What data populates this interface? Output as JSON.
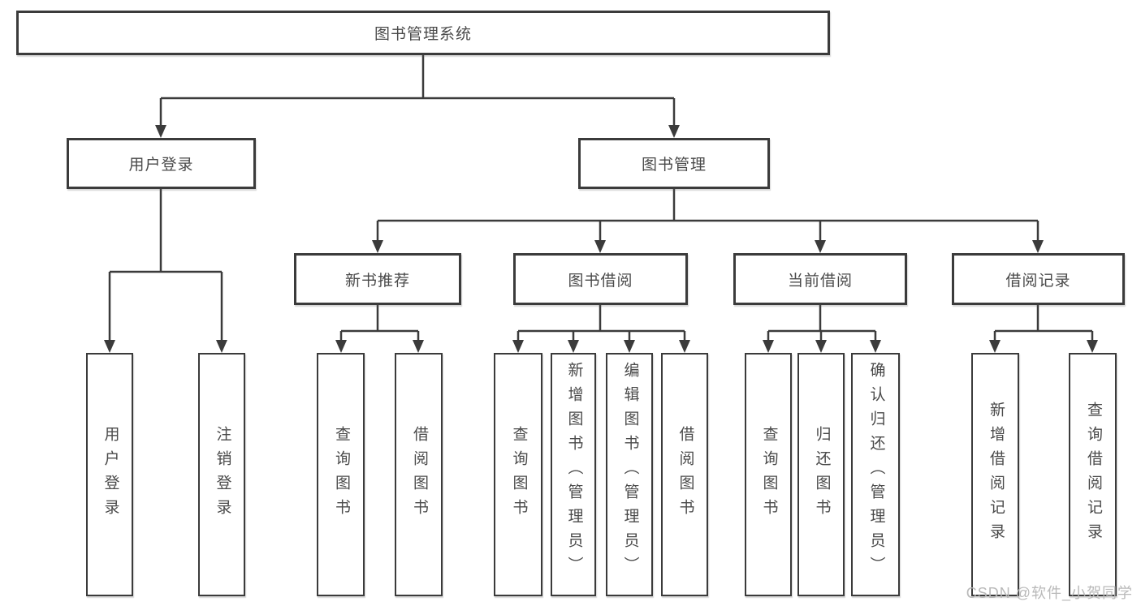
{
  "diagram": {
    "root": {
      "label": "图书管理系统"
    },
    "branches": [
      {
        "label": "用户登录",
        "children": [
          {
            "label": "用户登录"
          },
          {
            "label": "注销登录"
          }
        ]
      },
      {
        "label": "图书管理",
        "groups": [
          {
            "label": "新书推荐",
            "children": [
              {
                "label": "查询图书"
              },
              {
                "label": "借阅图书"
              }
            ]
          },
          {
            "label": "图书借阅",
            "children": [
              {
                "label": "查询图书"
              },
              {
                "label": "新增图书（管理员）"
              },
              {
                "label": "编辑图书（管理员）"
              },
              {
                "label": "借阅图书"
              }
            ]
          },
          {
            "label": "当前借阅",
            "children": [
              {
                "label": "查询图书"
              },
              {
                "label": "归还图书"
              },
              {
                "label": "确认归还（管理员）"
              }
            ]
          },
          {
            "label": "借阅记录",
            "children": [
              {
                "label": "新增借阅记录"
              },
              {
                "label": "查询借阅记录"
              }
            ]
          }
        ]
      }
    ]
  },
  "watermark": {
    "text": "CSDN @软件_小贺同学"
  },
  "colors": {
    "line": "#3b3b3b",
    "border": "#3b3b3b",
    "text": "#4a4a4a",
    "watermark": "#b9b9b9",
    "background": "#ffffff"
  }
}
